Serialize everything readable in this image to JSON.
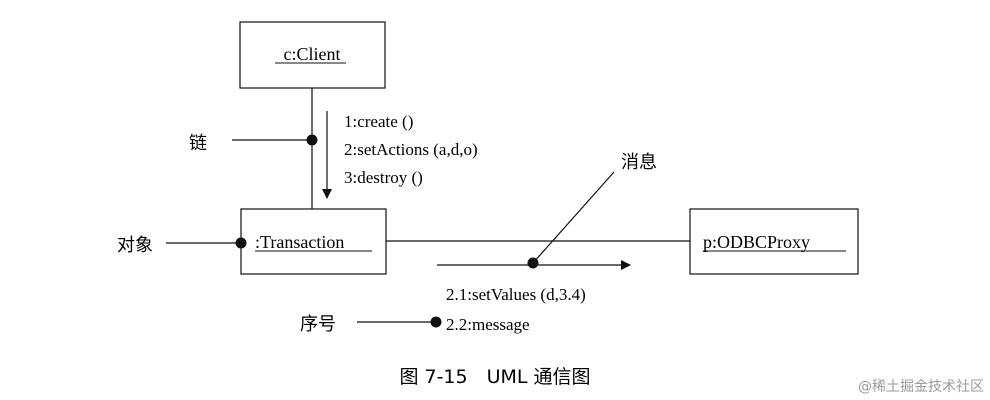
{
  "objects": {
    "client": "c:Client",
    "transaction": ":Transaction",
    "proxy": "p:ODBCProxy"
  },
  "messages": {
    "create": "1:create ()",
    "set_actions": "2:setActions (a,d,o)",
    "destroy": "3:destroy ()",
    "set_values": "2.1:setValues (d,3.4)",
    "message": "2.2:message"
  },
  "annotations": {
    "link": "链",
    "object": "对象",
    "message": "消息",
    "sequence": "序号"
  },
  "caption": "图 7-15　UML 通信图",
  "watermark": "@稀土掘金技术社区",
  "colors": {
    "stroke": "#111111",
    "text": "#111111",
    "watermark": "#9a9a9a",
    "background": "#ffffff"
  }
}
